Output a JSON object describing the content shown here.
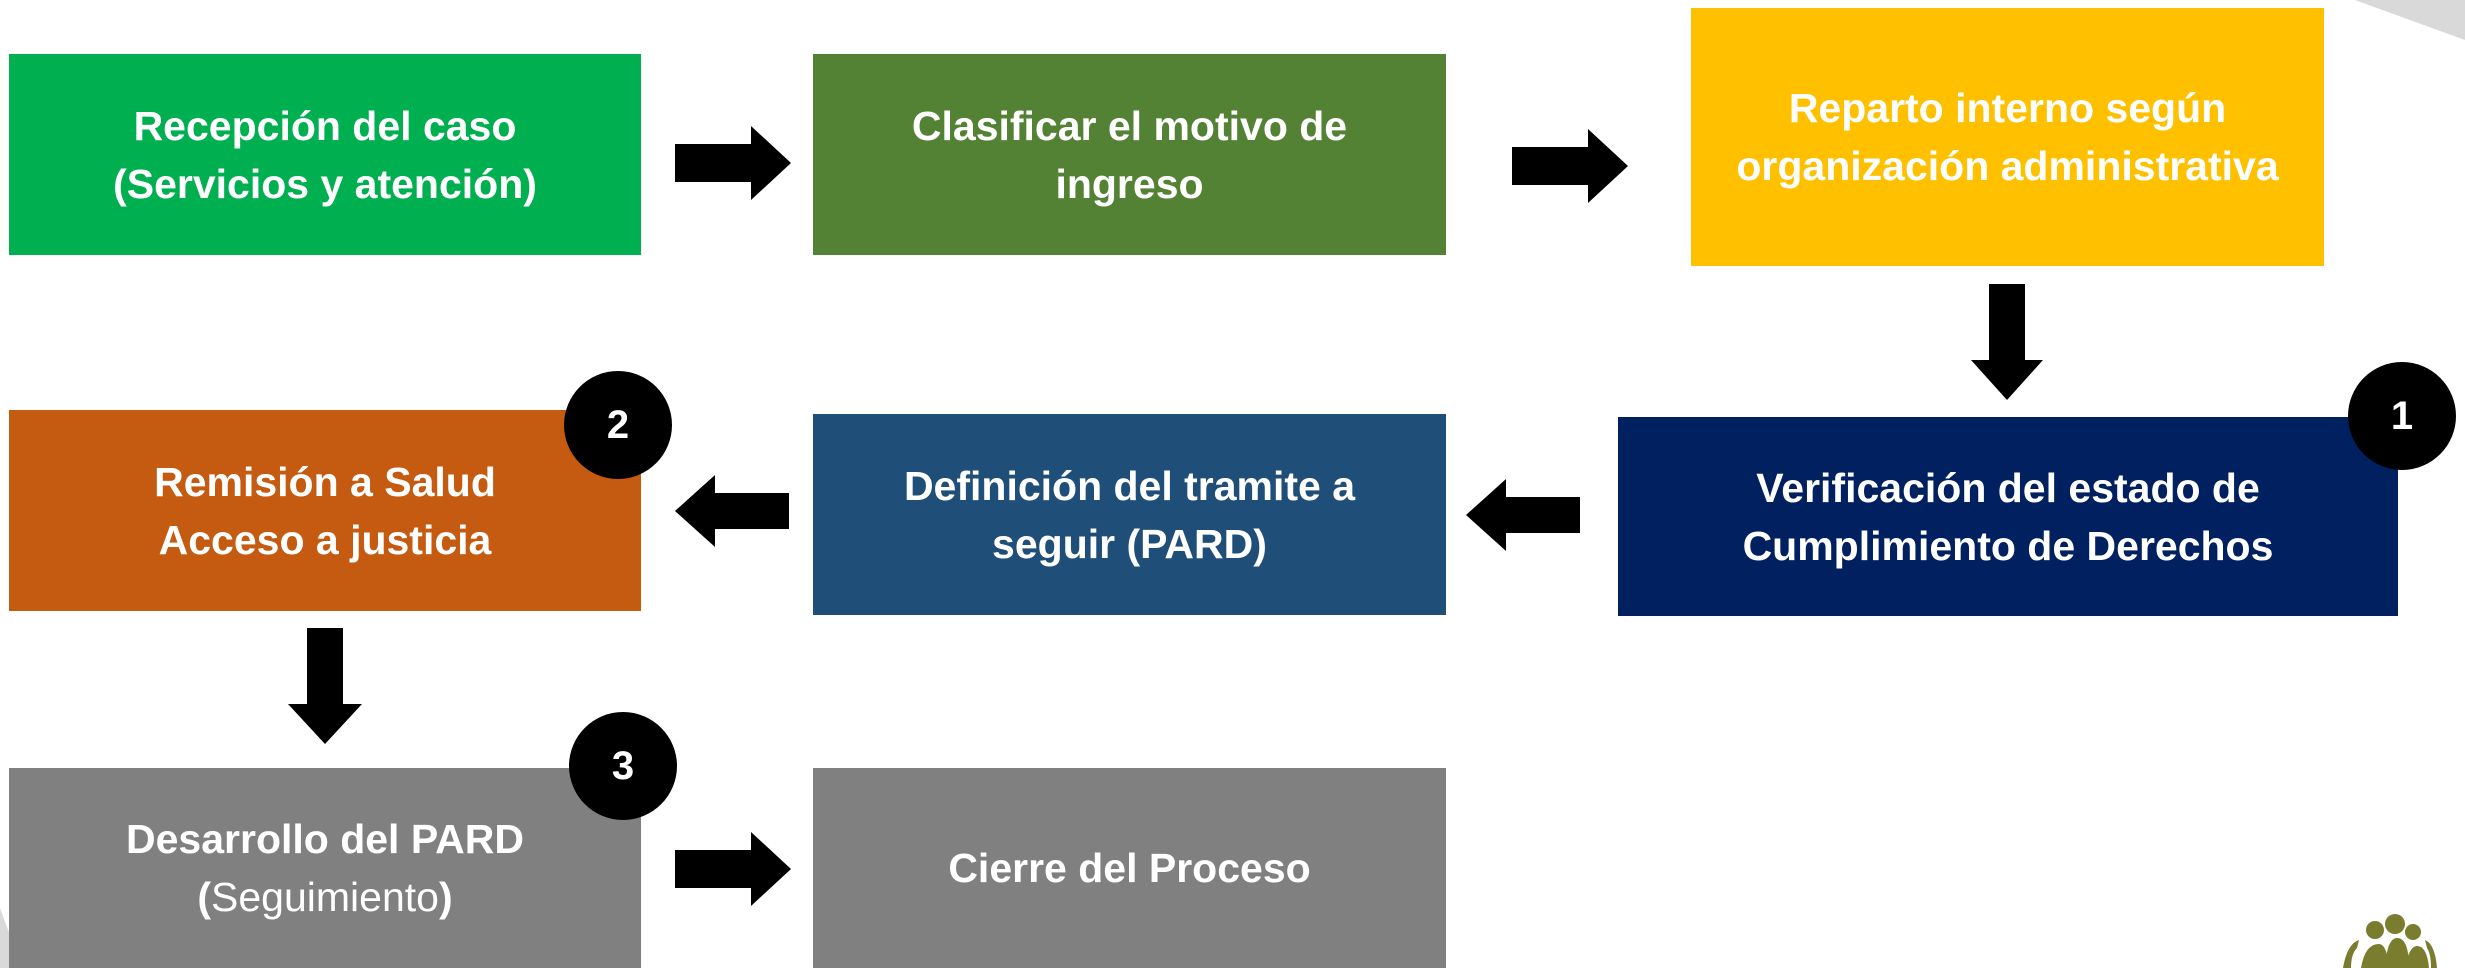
{
  "colors": {
    "green": "#00b050",
    "olive_green": "#548235",
    "yellow": "#ffc000",
    "navy": "#002060",
    "steel_blue": "#1f4e79",
    "orange": "#c55a11",
    "gray": "#808080",
    "arrow": "#000000"
  },
  "steps": [
    {
      "line1": "Recepción del caso",
      "line2": "(Servicios y atención)"
    },
    {
      "line1": "Clasificar el motivo de",
      "line2": "ingreso"
    },
    {
      "line1": "Reparto interno según",
      "line2": "organización administrativa"
    },
    {
      "line1": "Verificación del estado de",
      "line2": "Cumplimiento de Derechos"
    },
    {
      "line1": "Definición del tramite a",
      "line2": "seguir (PARD)"
    },
    {
      "line1": "Remisión a Salud",
      "line2": "Acceso a justicia"
    },
    {
      "line1": "Desarrollo del PARD",
      "line2_open": "(",
      "line2_text": "Seguimiento",
      "line2_close": ")"
    },
    {
      "line1": "Cierre del Proceso"
    }
  ],
  "badges": [
    "1",
    "2",
    "3"
  ],
  "icons": {
    "arrows": [
      "arrow-right-icon",
      "arrow-down-icon",
      "arrow-left-icon"
    ],
    "logo": "people-group-logo-icon"
  }
}
